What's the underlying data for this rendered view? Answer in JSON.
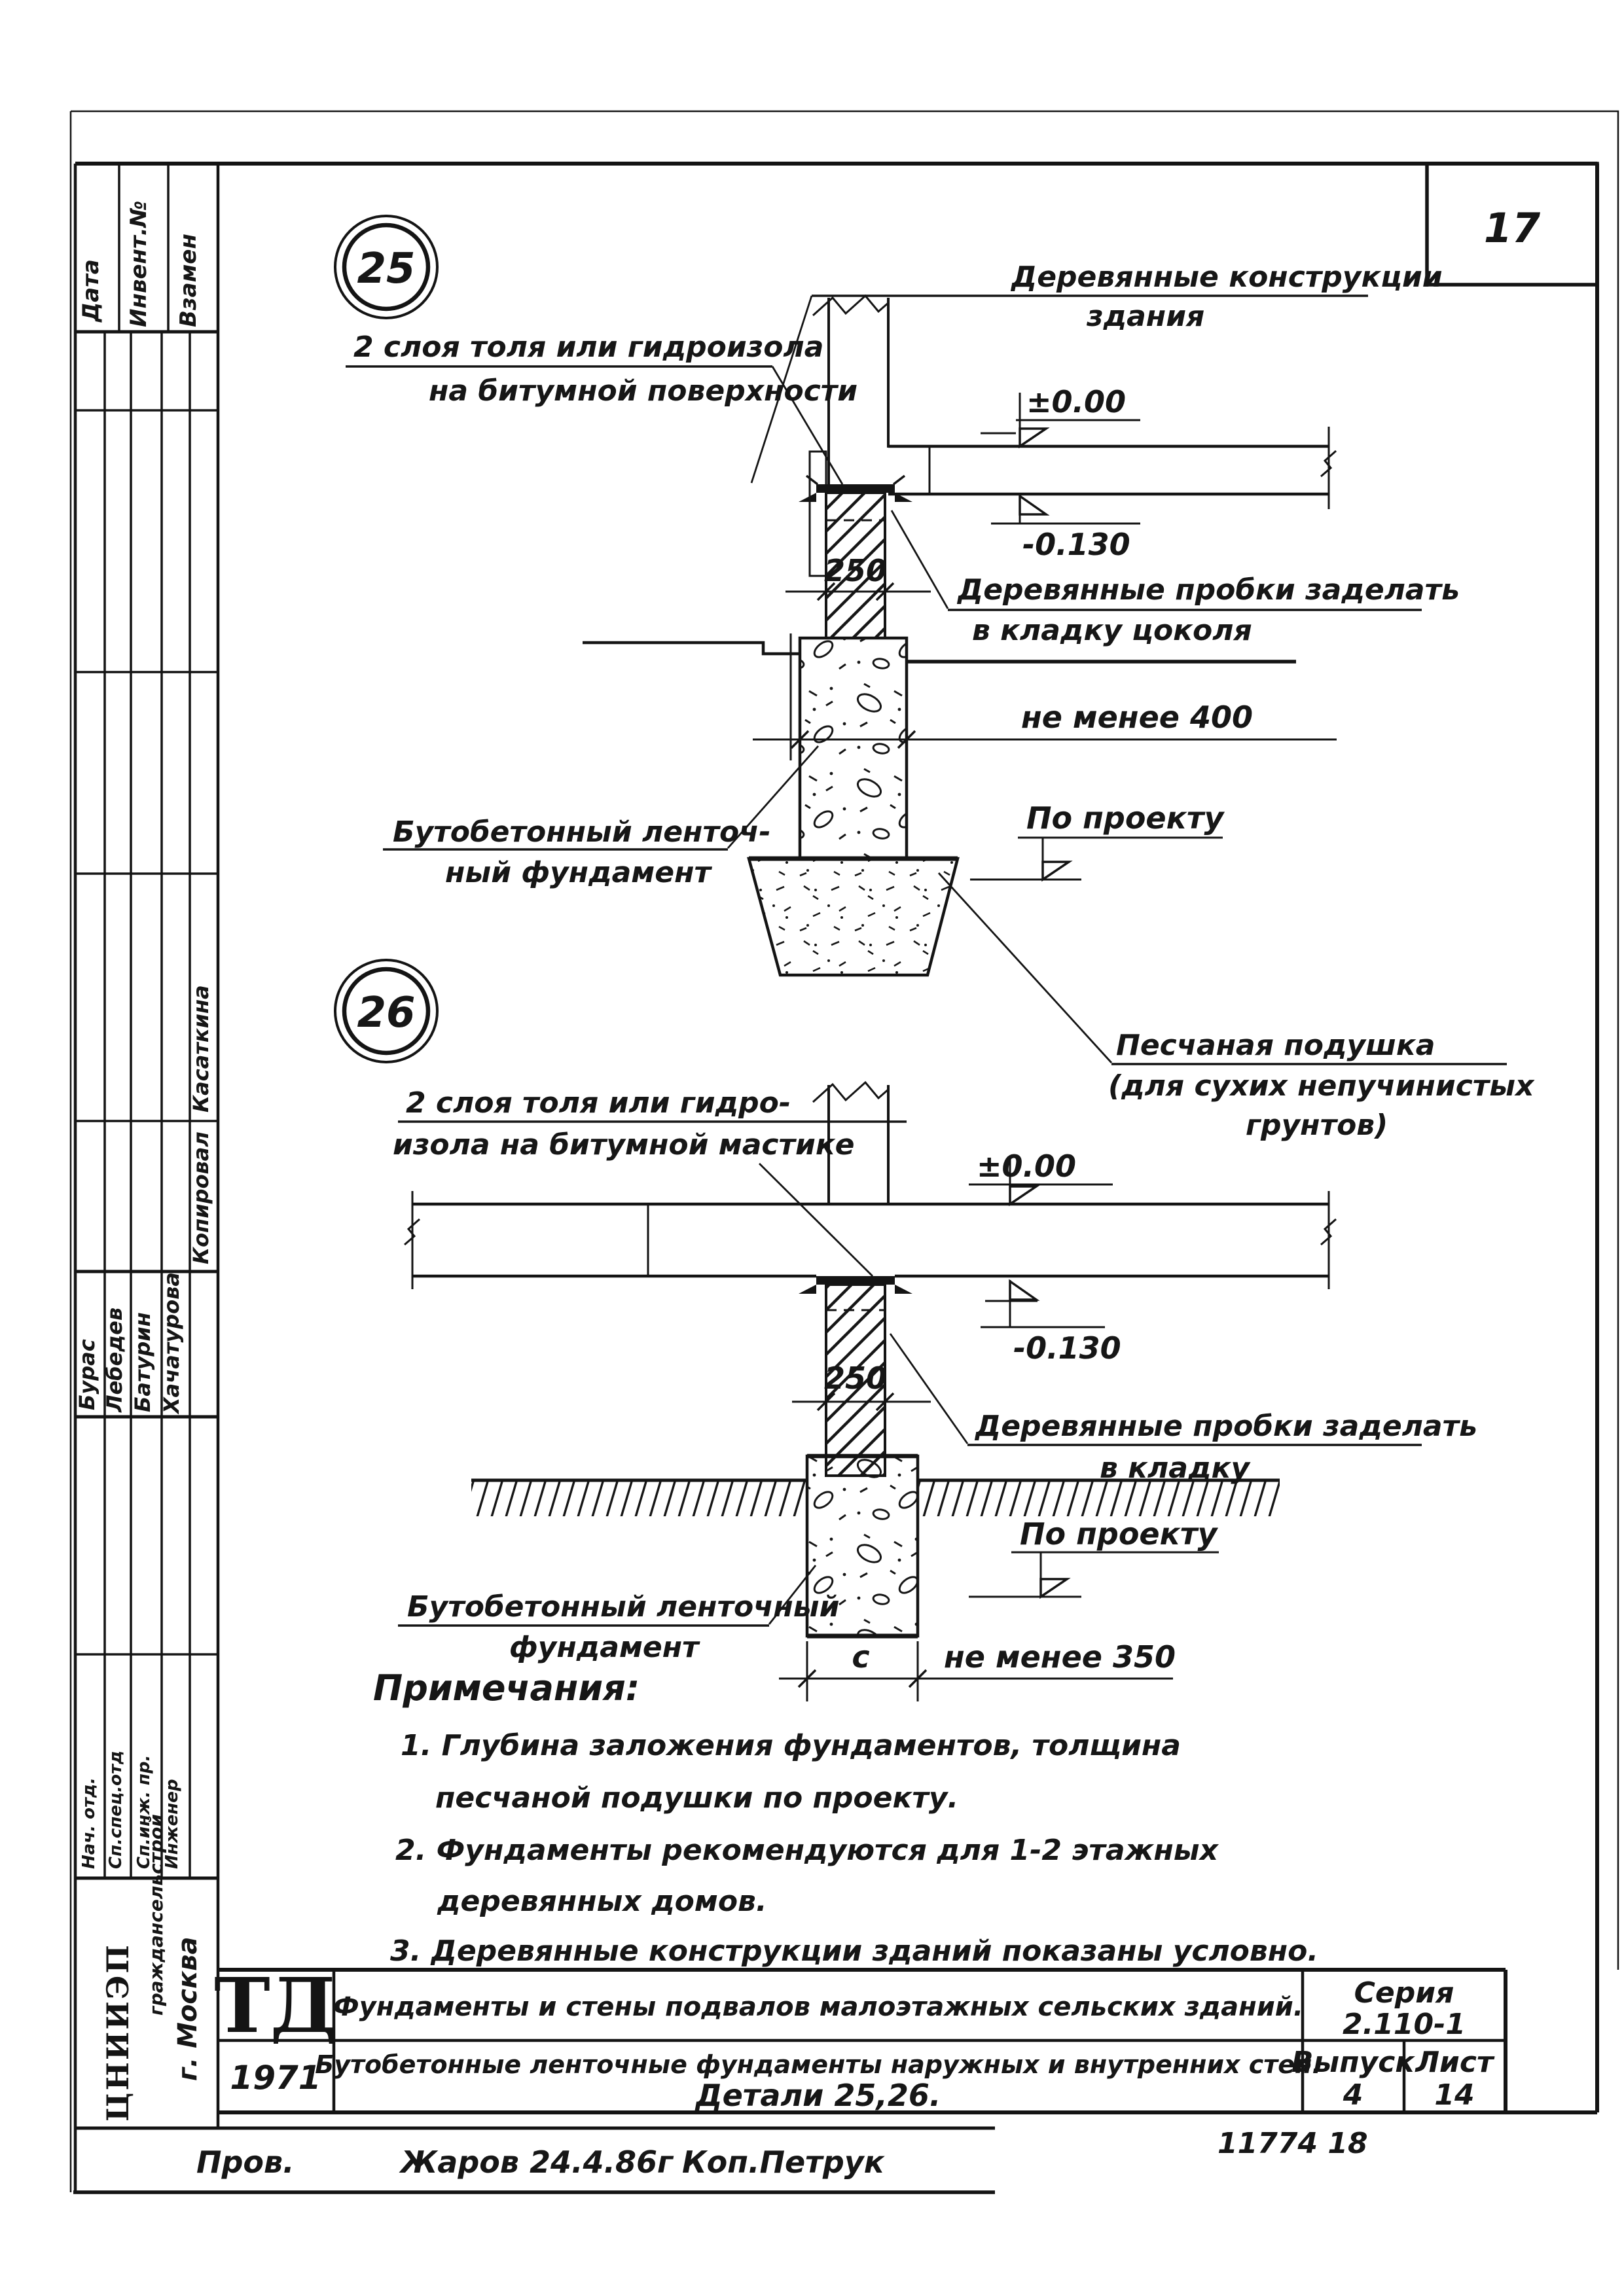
{
  "page": {
    "sheet_number": "17"
  },
  "sidebar": {
    "header_cells": [
      "Дата",
      "Инвент.№",
      "Взамен"
    ],
    "copied_by": "Касаткина",
    "copied_label": "Копировал",
    "names": [
      "Бурас",
      "Лебедев",
      "Батурин",
      "Хачатурова"
    ],
    "roles": [
      "Нач. отд.",
      "Сп.спец.отд",
      "Сп.инж. пр.",
      "Инженер"
    ],
    "org_logo": "ЦНИИЭП",
    "org_name": "граждансельстрой",
    "org_city": "г. Москва"
  },
  "details": {
    "d25": {
      "badge": "25",
      "waterproof_line1": "2 слоя толя или гидроизола",
      "waterproof_line2": "на битумной поверхности",
      "wood_line1": "Деревянные конструкции",
      "wood_line2": "здания",
      "level_zero": "±0.00",
      "level_minus": "-0.130",
      "dim_width": "250",
      "plugs_line1": "Деревянные пробки заделать",
      "plugs_line2": "в кладку цоколя",
      "depth_note": "не менее 400",
      "by_project": "По проекту",
      "foundation_line1": "Бутобетонный ленточ-",
      "foundation_line2": "ный фундамент",
      "sand_line1": "Песчаная подушка",
      "sand_line2": "(для сухих непучинистых",
      "sand_line3": "грунтов)"
    },
    "d26": {
      "badge": "26",
      "waterproof_line1": "2 слоя толя или гидро-",
      "waterproof_line2": "изола на битумной мастике",
      "level_zero": "±0.00",
      "level_minus": "-0.130",
      "dim_width": "250",
      "plugs_line1": "Деревянные пробки заделать",
      "plugs_line2": "в кладку",
      "by_project": "По проекту",
      "dim_c": "с",
      "dim_min350": "не менее 350",
      "foundation_line1": "Бутобетонный ленточный",
      "foundation_line2": "фундамент"
    }
  },
  "notes": {
    "heading": "Примечания:",
    "items": [
      "1. Глубина заложения фундаментов, толщина",
      "песчаной подушки по проекту.",
      "2. Фундаменты рекомендуются для 1-2 этажных",
      "деревянных домов.",
      "3. Деревянные конструкции зданий показаны условно."
    ]
  },
  "titleblock": {
    "logo": "ТД",
    "row1_title": "Фундаменты и стены подвалов малоэтажных сельских зданий.",
    "series_label": "Серия",
    "series_value": "2.110-1",
    "year": "1971",
    "row2_title1": "Бутобетонные ленточные фундаменты наружных и внутренних стен.",
    "row2_title2": "Детали 25,26.",
    "issue_label": "Выпуск",
    "issue_value": "4",
    "sheet_label": "Лист",
    "sheet_value": "14",
    "doc_number": "11774   18"
  },
  "footer": {
    "checked_label": "Пров.",
    "signature": "Жаров 24.4.86г",
    "copy": "Коп.Петрук"
  }
}
